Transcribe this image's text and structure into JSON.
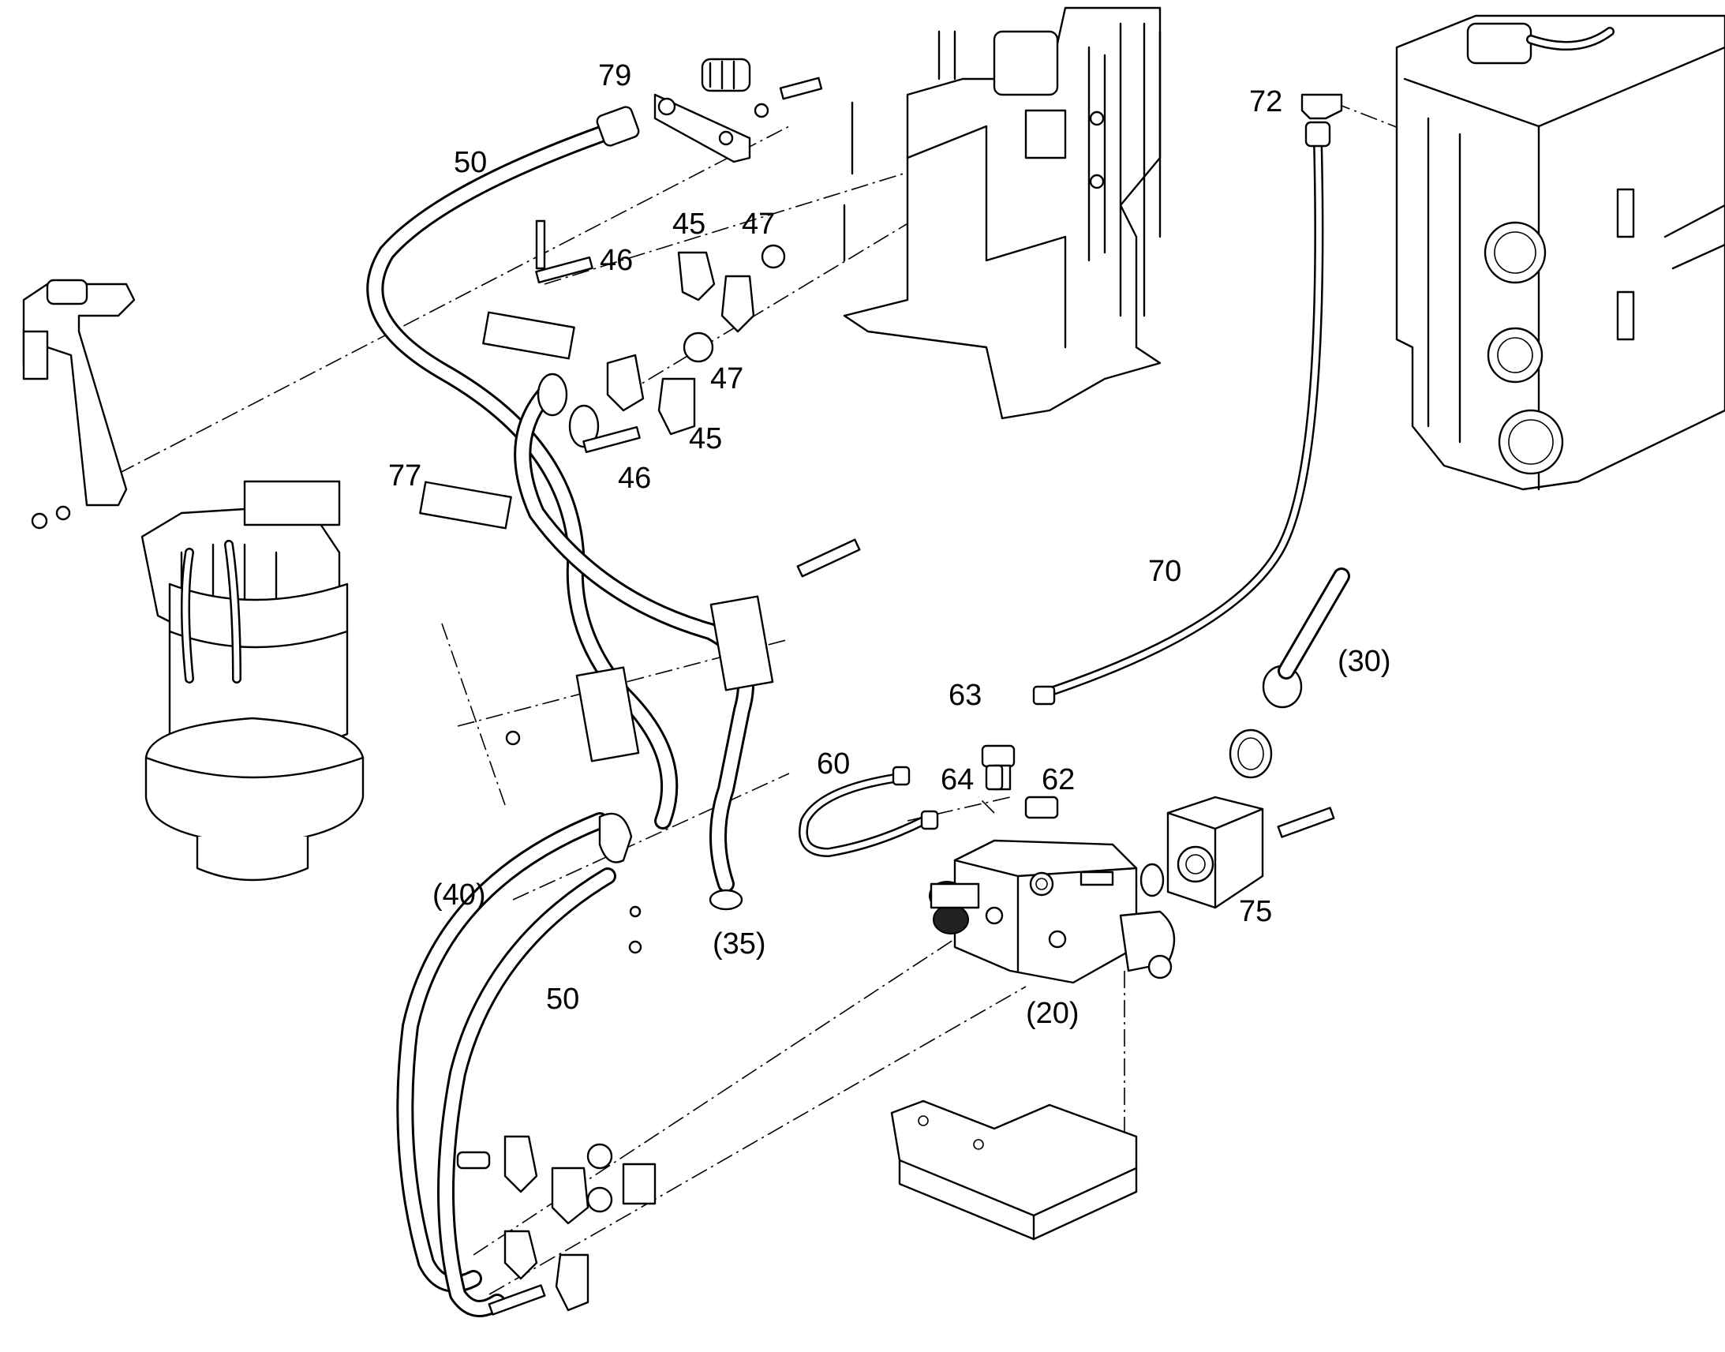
{
  "callouts": {
    "c79": "79",
    "c50a": "50",
    "c45a": "45",
    "c47a": "47",
    "c46a": "46",
    "c47b": "47",
    "c45b": "45",
    "c77": "77",
    "c46b": "46",
    "c72": "72",
    "c70": "70",
    "c30": "(30)",
    "c63": "63",
    "c60": "60",
    "c64": "64",
    "c62": "62",
    "c75": "75",
    "c40": "(40)",
    "c35": "(35)",
    "c50b": "50",
    "c20": "(20)"
  }
}
